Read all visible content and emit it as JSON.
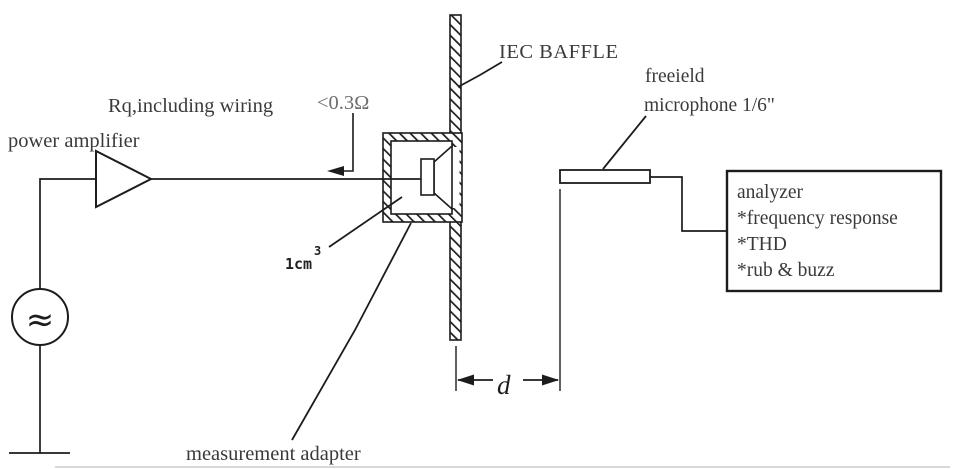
{
  "labels": {
    "power_amplifier": "power amplifier",
    "rq_label": "Rq,including wiring",
    "rq_value": "<0.3Ω",
    "iec_baffle": "IEC BAFFLE",
    "microphone": {
      "line1": "freeield",
      "line2": "microphone 1/6\""
    },
    "coupler_volume": {
      "base": "1cm",
      "exponent": "3"
    },
    "measurement_adapter": "measurement adapter",
    "distance": "d",
    "generator_symbol": "≈"
  },
  "analyzer": {
    "title": "analyzer",
    "functions": [
      "*frequency response",
      "*THD",
      "*rub & buzz"
    ]
  },
  "colors": {
    "line": "#1c1c1c",
    "text": "#3a3a3a",
    "muted_text": "#6e6e6e",
    "background": "#ffffff"
  }
}
